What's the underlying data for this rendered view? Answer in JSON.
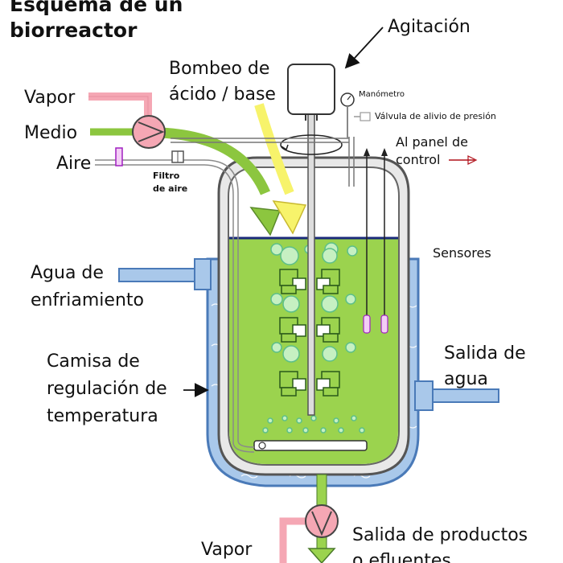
{
  "title": {
    "line1": "Esquema de un",
    "line2": "biorreactor",
    "color": "#8b0a0a"
  },
  "labels": {
    "agitacion": "Agitación",
    "bombeo_1": "Bombeo de",
    "bombeo_2": "ácido / base",
    "vapor": "Vapor",
    "medio": "Medio",
    "aire": "Aire",
    "filtro_1": "Filtro",
    "filtro_2": "de aire",
    "manometro": "Manómetro",
    "valvula": "Válvula de alivio de presión",
    "panel_1": "Al panel de",
    "panel_2": "control",
    "sensores": "Sensores",
    "agua_1": "Agua de",
    "agua_2": "enfriamiento",
    "camisa_1": "Camisa de",
    "camisa_2": "regulación de",
    "camisa_3": "temperatura",
    "salida_agua_1": "Salida de",
    "salida_agua_2": "agua",
    "vapor_bottom": "Vapor",
    "salida_prod_1": "Salida de productos",
    "salida_prod_2": "o efluentes"
  },
  "colors": {
    "culture": "#9bd34e",
    "jacket": "#a9c8ea",
    "vessel_wall": "#8a8a8a",
    "steam_pipe": "#f5a7b4",
    "medium_pipe": "#8cc63f",
    "acid_base_arrow": "#f7f36b",
    "pump": "#f5a7b4",
    "panel_text": "#b0101a",
    "sensores_text": "#a020c0"
  }
}
